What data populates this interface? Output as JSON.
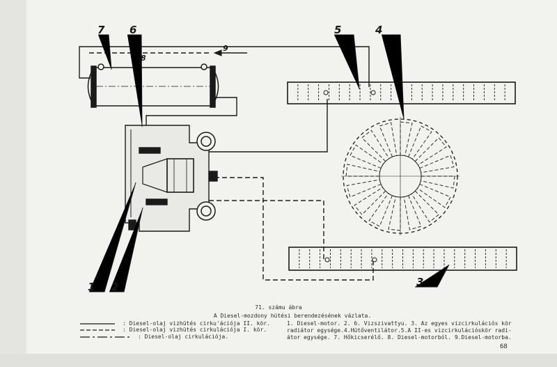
{
  "figure": {
    "number_label": "71. számu ábra",
    "title": "A Diesel-mozdony hütési berendezésének vázlata."
  },
  "legend": [
    {
      "style": "solid",
      "text": ": Diesel-olaj vizhütés cirku'ációja II. kör."
    },
    {
      "style": "dashed",
      "text": ": Diesel-olaj vizhütés cirkulációja  I. kör."
    },
    {
      "style": "dashdot",
      "text": ": Diesel-olaj cirkulációja."
    }
  ],
  "description": "1. Diesel-motor. 2. 6. Vizszivattyu. 3. Az egyes vizcirkulációs kör radiátor egysége.4.Hütőventilátor.5.A II-es vizcirkulációskör radi- átor egysége. 7. Hőkicserélő. 8. Diesel-motorból. 9.Diesel-motorba.",
  "labels": {
    "n1": "1",
    "n2": "2",
    "n3": "3",
    "n4": "4",
    "n5": "5",
    "n6": "6",
    "n7": "7",
    "n8": "8",
    "n9": "9"
  },
  "page_number": "68"
}
